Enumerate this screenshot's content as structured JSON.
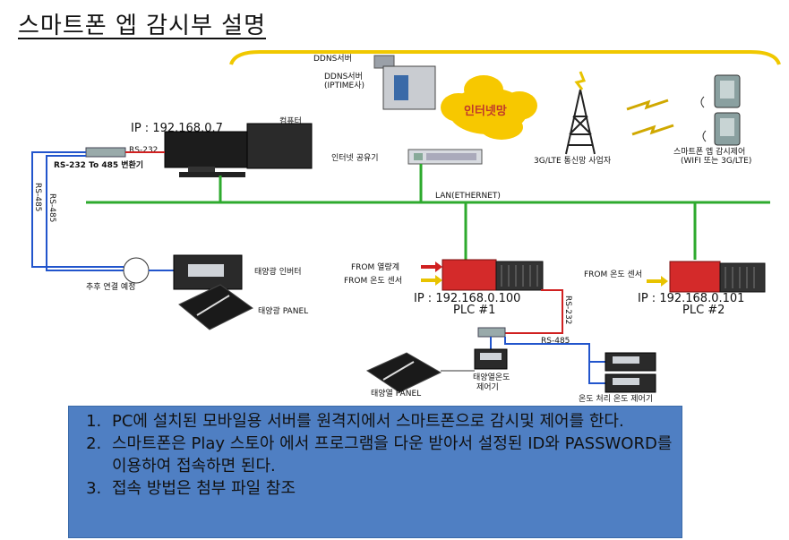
{
  "title": "스마트폰 엡 감시부 설명",
  "labels": {
    "ddns_top": "DDNS서버",
    "ddns_main": "DDNS서버",
    "ddns_sub": "(IPTIME사)",
    "internet": "인터넷망",
    "tower": "3G/LTE 통신망 사업자",
    "phone_app": "스마트폰 엡 감시제어",
    "phone_sub": "(WIFI 또는 3G/LTE)",
    "pc_ip": "IP : 192.168.0.7",
    "computer": "컴퓨터",
    "router": "인터넷 공유기",
    "rs232": "RS-232",
    "converter": "RS-232 To 485 변환기",
    "rs485_a": "RS-485",
    "rs485_b": "RS-485",
    "lan": "LAN(ETHERNET)",
    "inverter": "태양광 인버터",
    "future": "추후 연결 예정",
    "panel": "태양광 PANEL",
    "from_flow": "FROM 열량계",
    "from_temp": "FROM 온도 센서",
    "plc1_ip": "IP : 192.168.0.100",
    "plc1": "PLC #1",
    "rs232_v": "RS-232",
    "from_temp2": "FROM 온도 센서",
    "plc2_ip": "IP : 192.168.0.101",
    "plc2": "PLC #2",
    "rs485_c": "RS-485",
    "solar_panel2": "태양열 PANEL",
    "temp_ctrl_1": "태양열온도",
    "temp_ctrl_2": "제어기",
    "heater_ctrl": "온도 처리 온도 제어기"
  },
  "notes": [
    "PC에 설치된 모바일용 서버를 원격지에서 스마트폰으로 감시및 제어를 한다.",
    "스마트폰은 Play 스토아 에서 프로그램을 다운 받아서 설정된 ID와 PASSWORD를 이용하여 접속하면 된다.",
    "접속 방법은 첨부 파일 참조"
  ],
  "colors": {
    "lan_line": "#2eaa2e",
    "serial_line": "#2255cc",
    "rs232_line": "#d02020",
    "cloud": "#f7c800",
    "plc_red": "#d42a2a",
    "note_bg": "#4f7fc3",
    "arc": "#f0c800"
  }
}
